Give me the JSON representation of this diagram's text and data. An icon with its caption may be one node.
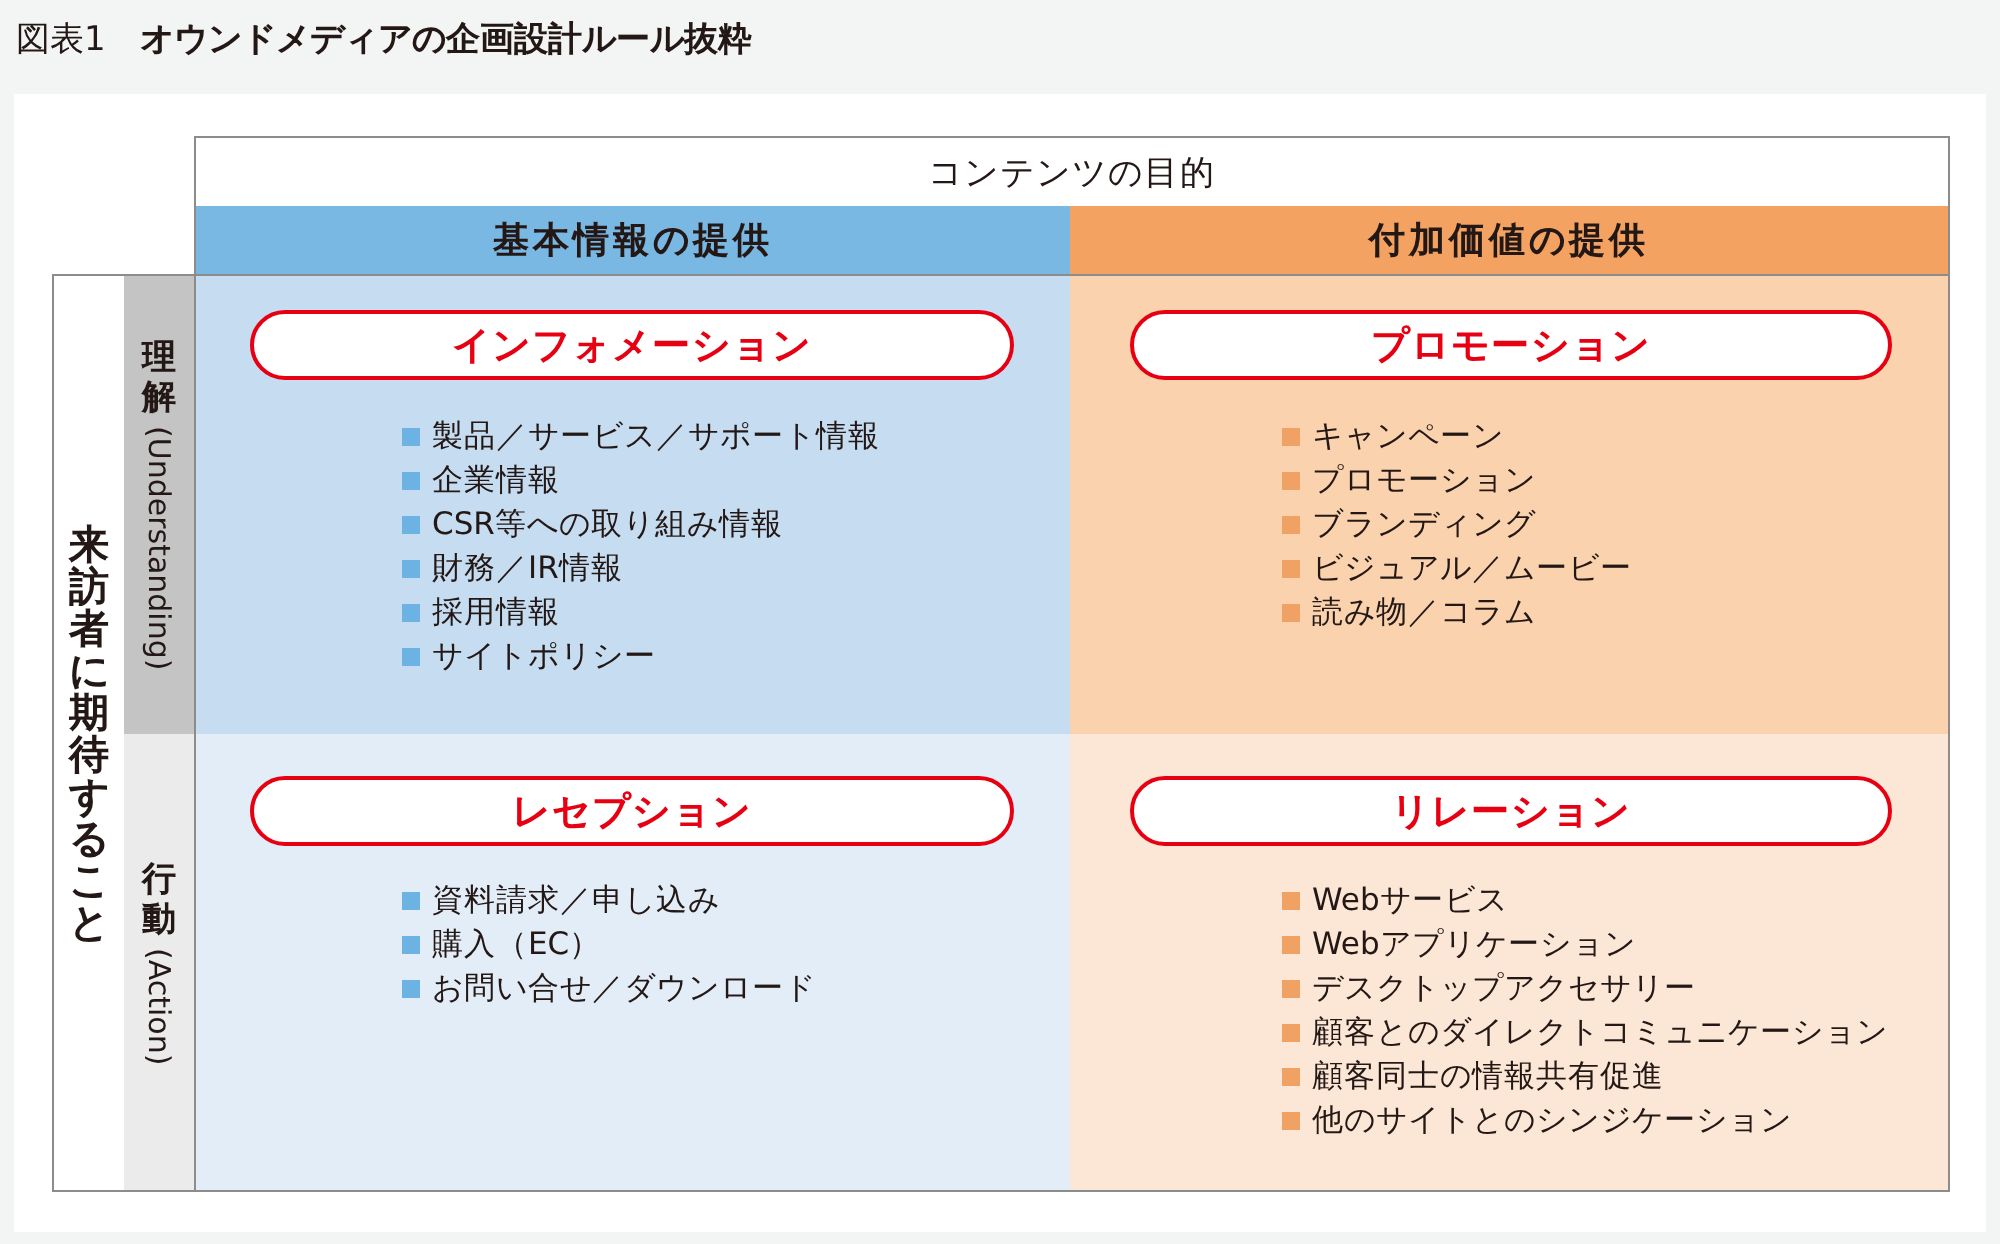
{
  "diagram": {
    "title": "図表1　**オウンドメディアの企画設計ルール抜粋**",
    "nodes": [
      {
        "text": [
          "コンテンツの目的"
        ]
      },
      {
        "text": [
          "基本情報の提供"
        ],
        "in": 0
      },
      {
        "text": [
          "付加価値の提供"
        ],
        "in": 0
      },
      {
        "text": [
          "来訪者に期待すること"
        ]
      },
      {
        "text": [
          "理解",
          "(Understanding)"
        ],
        "in": 3
      },
      {
        "text": [
          "行動",
          "(Action)"
        ],
        "in": 3
      },
      {
        "text": [
          "製品／サービス／サポート情報",
          "企業情報",
          "CSR等への取り組み情報",
          "財務／IR情報",
          "採用情報",
          "サイトポリシー"
        ]
      },
      {
        "text": [
          "インフォメーション"
        ],
        "in": 6
      },
      {
        "text": [
          "キャンペーン",
          "プロモーション",
          "ブランディング",
          "ビジュアル／ムービー",
          "読み物／コラム"
        ]
      },
      {
        "text": [
          "プロモーション"
        ],
        "in": 8
      },
      {
        "text": [
          "資料請求／申し込み",
          "購入（EC）",
          "お問い合せ／ダウンロード"
        ]
      },
      {
        "text": [
          "レセプション"
        ],
        "in": 10
      },
      {
        "text": [
          "Webサービス",
          "Webアプリケーション",
          "デスクトップアクセサリー",
          "顧客とのダイレクトコミュニケーション",
          "顧客同士の情報共有促進",
          "他のサイトとのシンジケーション"
        ]
      },
      {
        "text": [
          "リレーション"
        ],
        "in": 12
      }
    ]
  }
}
